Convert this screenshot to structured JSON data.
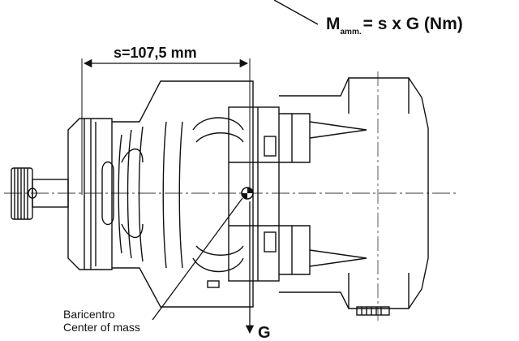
{
  "formula": {
    "symbol": "M",
    "subscript": "amm.",
    "expression": "= s x G (Nm)"
  },
  "dimension": {
    "label": "s=107,5 mm"
  },
  "center_of_mass": {
    "line1": "Baricentro",
    "line2": "Center of mass"
  },
  "force": {
    "label": "G"
  }
}
